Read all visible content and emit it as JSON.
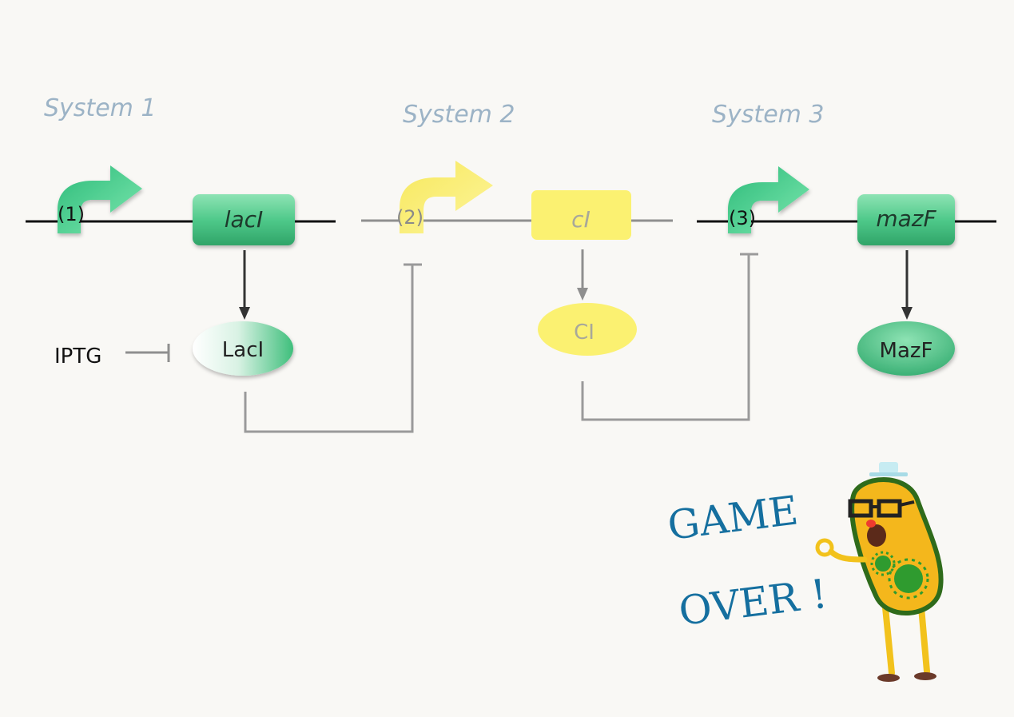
{
  "systems": [
    {
      "title": "System 1",
      "promoter": "(1)",
      "gene": "lacI",
      "protein": "LacI"
    },
    {
      "title": "System 2",
      "promoter": "(2)",
      "gene": "cI",
      "protein": "CI"
    },
    {
      "title": "System 3",
      "promoter": "(3)",
      "gene": "mazF",
      "protein": "MazF"
    }
  ],
  "inducer": "IPTG",
  "game_over": {
    "line1": "GAME",
    "line2": "OVER !"
  },
  "colors": {
    "active_green": "#4fc98a",
    "inactive_yellow": "#fbf171",
    "title_blue": "#9cb3c6",
    "inhibition_gray": "#8f8f8f",
    "game_over_blue": "#156f9f"
  }
}
